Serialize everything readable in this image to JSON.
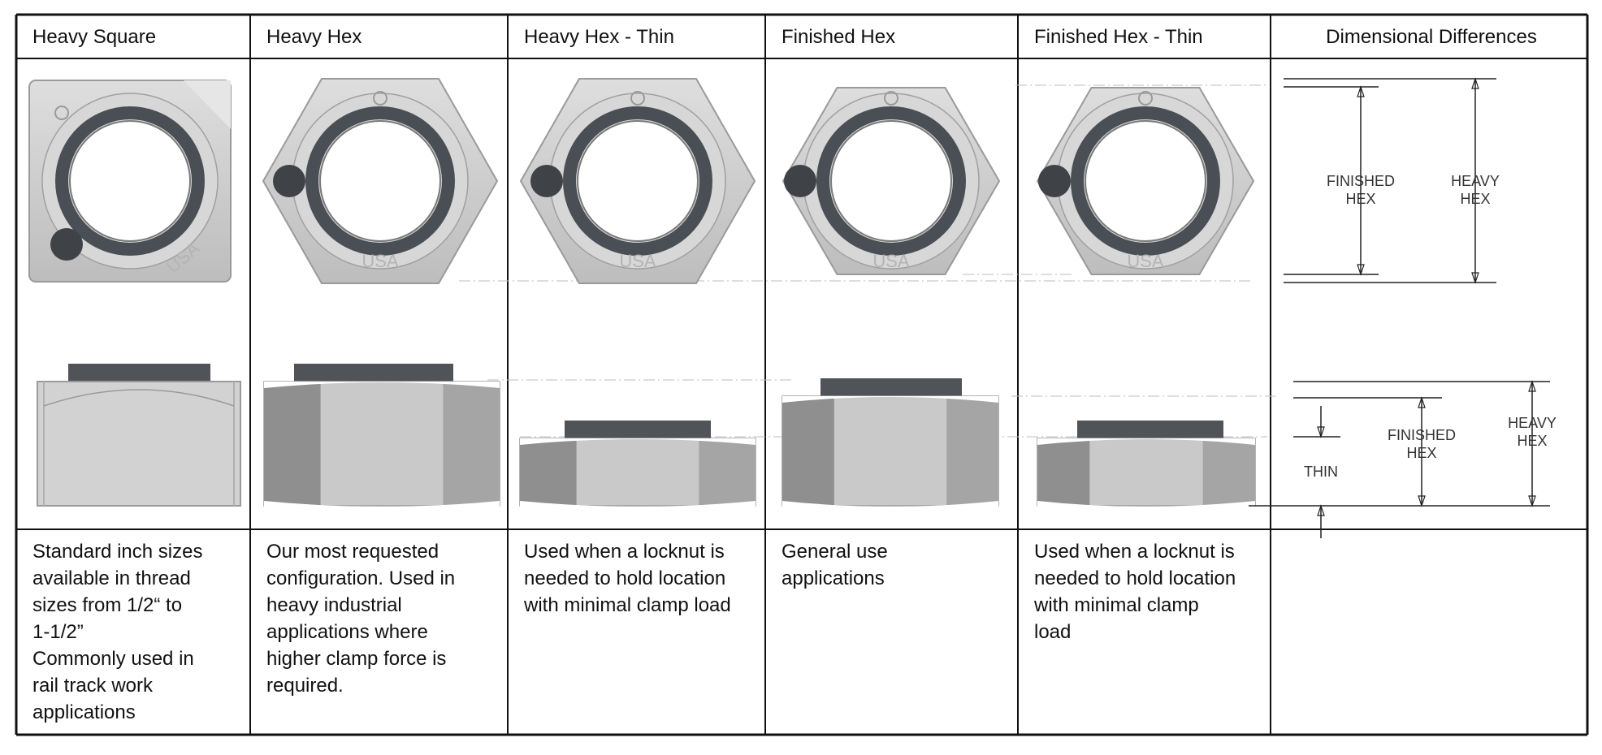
{
  "columns": [
    {
      "header": "Heavy Square",
      "description": "Standard inch sizes\navailable in thread\nsizes from 1/2“ to\n1-1/2”\nCommonly used in\nrail track work\napplications",
      "icon": "square-nut-icon"
    },
    {
      "header": "Heavy Hex",
      "description": "Our most requested\nconfiguration. Used in\nheavy industrial\napplications where\nhigher clamp force is\nrequired.",
      "icon": "heavy-hex-nut-icon"
    },
    {
      "header": "Heavy Hex - Thin",
      "description": "Used when a locknut is\nneeded to hold location\nwith minimal clamp load",
      "icon": "heavy-hex-thin-nut-icon"
    },
    {
      "header": "Finished Hex",
      "description": "General use\napplications",
      "icon": "finished-hex-nut-icon"
    },
    {
      "header": "Finished Hex - Thin",
      "description": "Used when a locknut is\nneeded to hold location\nwith minimal clamp\nload",
      "icon": "finished-hex-thin-nut-icon"
    },
    {
      "header": "Dimensional Differences",
      "description": "",
      "icon": "dimension-diagram-icon"
    }
  ],
  "stamp_text": "USA",
  "dimensions": {
    "top": {
      "finished": "FINISHED\nHEX",
      "heavy": "HEAVY\nHEX"
    },
    "side": {
      "thin": "THIN",
      "finished": "FINISHED\nHEX",
      "heavy": "HEAVY\nHEX"
    }
  },
  "colors": {
    "border": "#111111",
    "nut_face": "#cfcfcf",
    "nut_side": "#a8a8a8",
    "insert": "#4a4e55",
    "top_band": "#505358"
  }
}
